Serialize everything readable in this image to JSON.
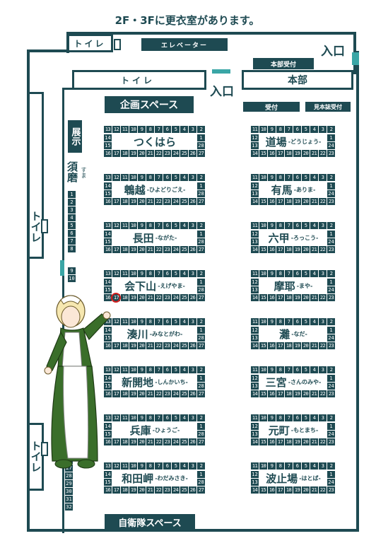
{
  "header": {
    "notice": "2F・3Fに更衣室があります。"
  },
  "top": {
    "toilet_label": "トイレ",
    "elevator_label": "エレベーター",
    "entrance_right": "入口",
    "hq_reception": "本部受付",
    "toilet2_label": "トイレ",
    "entrance_center": "入口",
    "hq_label": "本部"
  },
  "inner": {
    "planning_space": "企画スペース",
    "reception": "受付",
    "sample_reception": "見本誌受付",
    "jieitai_space": "自衛隊スペース"
  },
  "left": {
    "exhibit": "展示",
    "suma": "須磨",
    "suma_reading": "すま",
    "toilet_left_1": "トイレ",
    "toilet_left_2": "トイレ",
    "suma_numbers": [
      "1",
      "2",
      "3",
      "4",
      "5",
      "6",
      "7",
      "8",
      "9",
      "10"
    ],
    "suma_numbers_bottom": [
      "26",
      "27",
      "28",
      "29",
      "30",
      "31",
      "32"
    ]
  },
  "left_blocks": [
    {
      "name": "つくはら",
      "reading": ""
    },
    {
      "name": "鵯越",
      "reading": "-ひよどりごえ-"
    },
    {
      "name": "長田",
      "reading": "-ながた-"
    },
    {
      "name": "会下山",
      "reading": "-えげやま-"
    },
    {
      "name": "湊川",
      "reading": "-みなとがわ-"
    },
    {
      "name": "新開地",
      "reading": "-しんかいち-"
    },
    {
      "name": "兵庫",
      "reading": "-ひょうご-"
    },
    {
      "name": "和田岬",
      "reading": "-わだみさき-"
    }
  ],
  "right_blocks": [
    {
      "name": "道場",
      "reading": "-どうじょう-"
    },
    {
      "name": "有馬",
      "reading": "-ありま-"
    },
    {
      "name": "六甲",
      "reading": "-ろっこう-"
    },
    {
      "name": "摩耶",
      "reading": "-まや-"
    },
    {
      "name": "灘",
      "reading": "-なだ-"
    },
    {
      "name": "三宮",
      "reading": "-さんのみや-"
    },
    {
      "name": "元町",
      "reading": "-もとまち-"
    },
    {
      "name": "波止場",
      "reading": "-はとば-"
    }
  ],
  "left_numbers": {
    "top": [
      "13",
      "12",
      "11",
      "10",
      "9",
      "8",
      "7",
      "6",
      "5",
      "4",
      "3",
      "2"
    ],
    "side_left": [
      "14",
      "15"
    ],
    "side_right": [
      "1",
      "28"
    ],
    "bottom": [
      "16",
      "17",
      "18",
      "19",
      "20",
      "21",
      "22",
      "23",
      "24",
      "25",
      "26",
      "27"
    ]
  },
  "right_numbers": {
    "top": [
      "11",
      "10",
      "9",
      "8",
      "7",
      "6",
      "5",
      "4",
      "3",
      "2"
    ],
    "side_left": [
      "12",
      "13"
    ],
    "side_right": [
      "1",
      "24"
    ],
    "bottom": [
      "14",
      "15",
      "16",
      "17",
      "18",
      "19",
      "20",
      "21",
      "22",
      "23"
    ]
  },
  "highlight": {
    "block": 3,
    "number": "17",
    "color": "#d32020"
  },
  "colors": {
    "wall": "#1e4a52",
    "door": "#3aa6a6",
    "highlight": "#d32020",
    "dress": "#3a6e2a"
  },
  "character": {
    "icon": "maid-character-illustration"
  }
}
